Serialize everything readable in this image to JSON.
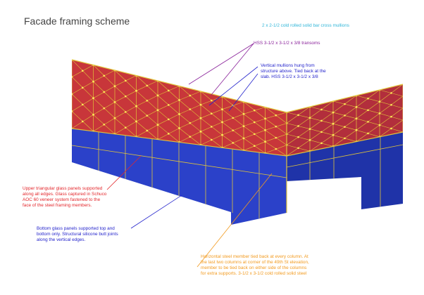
{
  "title": "Facade framing scheme",
  "colors": {
    "triangle_panel": "#c8363a",
    "triangle_panel_dark": "#a92a36",
    "bottom_panel": "#2b41c9",
    "bottom_panel_dark": "#1f33a8",
    "frame_member": "#e0c43a",
    "node": "#ffe75a",
    "cyan_note": "#31b6d9",
    "purple_note": "#8a239b",
    "blue_note": "#2424cc",
    "red_note": "#e3262b",
    "orange_note": "#f29a1e"
  },
  "callouts": {
    "cross_mullions": {
      "lines": [
        "2 x 2-1/2 cold rolled solid bar cross mullions"
      ],
      "color_key": "cyan_note"
    },
    "transoms": {
      "lines": [
        "HSS 3-1/2 x 3-1/2 x 3/8 transoms"
      ],
      "color_key": "purple_note"
    },
    "vertical_mullions": {
      "lines": [
        "Vertical mullions hung from",
        "structure above. Tied back at the",
        "slab. HSS 3-1/2 x 3-1/2 x 3/8"
      ],
      "color_key": "blue_note"
    },
    "upper_panels": {
      "lines": [
        "Upper triangular glass panels supported",
        "along all edges. Glass captured in Schuco",
        "AOC 60 veneer system fastened to the",
        "face of the steel framing members."
      ],
      "color_key": "red_note"
    },
    "bottom_panels": {
      "lines": [
        "Bottom glass panels supported top and",
        "bottom only. Structural silicone butt joints",
        "along the vertical edges."
      ],
      "color_key": "blue_note"
    },
    "horizontal_member": {
      "lines": [
        "Horizontal steel member tied back at every column. At",
        "the last two columns at corner of the 49th St elevation,",
        "member to be tied back on either side of the columns",
        "for extra supports. 3-1/2 x 3-1/2 cold rolled solid steel"
      ],
      "color_key": "orange_note"
    }
  }
}
